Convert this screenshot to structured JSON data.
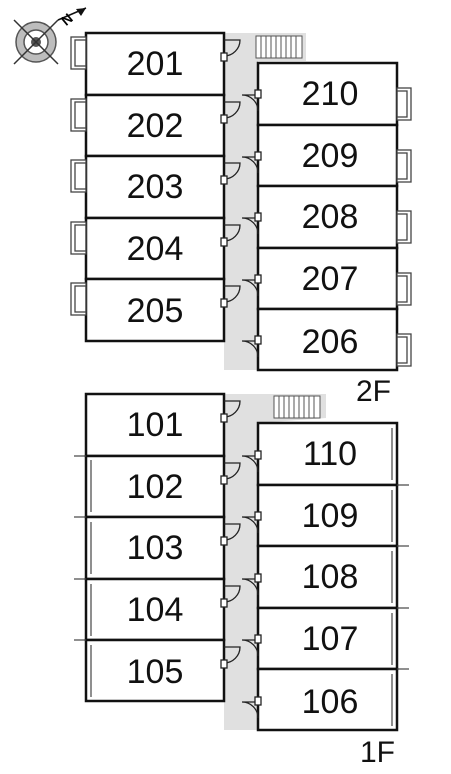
{
  "compass": {
    "icon": "compass-icon",
    "north_letter": "N"
  },
  "floors": [
    {
      "label": "2F",
      "west_units": [
        "201",
        "202",
        "203",
        "204",
        "205"
      ],
      "east_units": [
        "210",
        "209",
        "208",
        "207",
        "206"
      ]
    },
    {
      "label": "1F",
      "west_units": [
        "101",
        "102",
        "103",
        "104",
        "105"
      ],
      "east_units": [
        "110",
        "109",
        "108",
        "107",
        "106"
      ]
    }
  ],
  "colors": {
    "corridor": "#e0e0e0",
    "wall": "#111111",
    "background": "#ffffff"
  }
}
